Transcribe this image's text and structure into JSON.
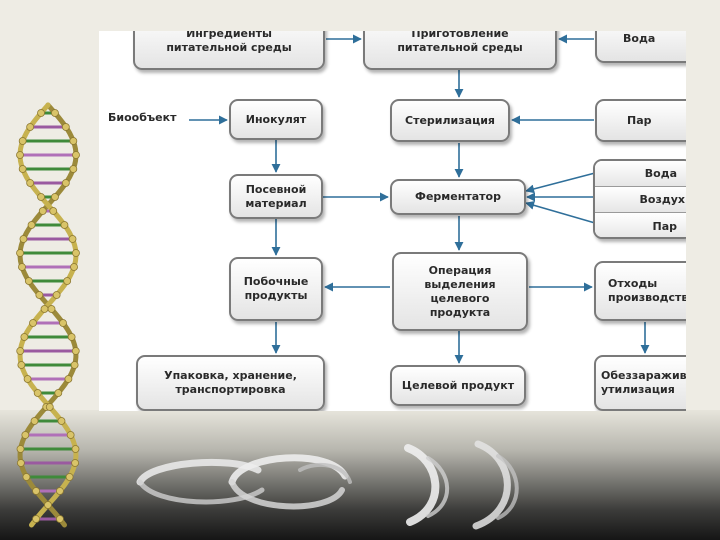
{
  "diagram": {
    "nodes": {
      "ingredients": "Ингредиенты\nпитательной среды",
      "preparation": "Приготовление\nпитательной среды",
      "water_top": "Вода",
      "bioobject": "Биообъект",
      "inoculum": "Инокулят",
      "sterilization": "Стерилизация",
      "steam": "Пар",
      "seed_material": "Посевной\nматериал",
      "fermenter": "Ферментатор",
      "gas_water": "Вода",
      "gas_air": "Воздух",
      "gas_steam": "Пар",
      "byproducts": "Побочные\nпродукты",
      "isolation": "Операция\nвыделения\nцелевого\nпродукта",
      "waste": "Отходы\nпроизводства",
      "packaging": "Упаковка, хранение,\nтранспортировка",
      "target_product": "Целевой продукт",
      "disinfection": "Обеззараживание,\nутилизация"
    },
    "colors": {
      "arrow": "#2f6f9a",
      "box_border": "#7a7a7a",
      "background": "#eeece4"
    }
  }
}
